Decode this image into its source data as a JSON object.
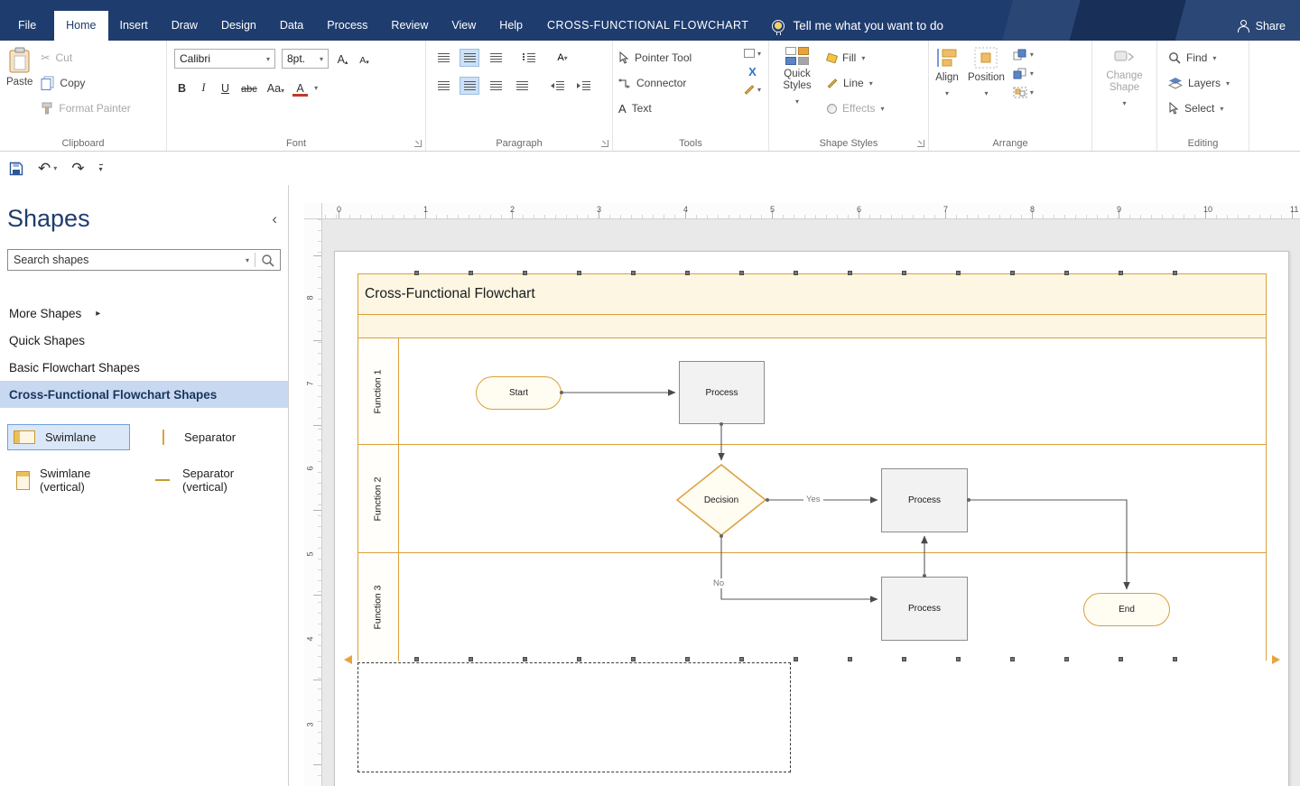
{
  "titlebar": {
    "file": "File",
    "tabs": [
      "Home",
      "Insert",
      "Draw",
      "Design",
      "Data",
      "Process",
      "Review",
      "View",
      "Help"
    ],
    "active_tab": "Home",
    "doc_title": "CROSS-FUNCTIONAL FLOWCHART",
    "tell_me": "Tell me what you want to do",
    "share": "Share"
  },
  "icons": {
    "scissors": "✂",
    "undo": "↶",
    "redo": "↷",
    "caret_down": "▾",
    "chevron_right": "▸",
    "collapse_left": "‹",
    "customize_caret": "▾"
  },
  "ribbon": {
    "clipboard": {
      "label": "Clipboard",
      "paste": "Paste",
      "cut": "Cut",
      "copy": "Copy",
      "format_painter": "Format Painter"
    },
    "font": {
      "label": "Font",
      "family": "Calibri",
      "size": "8pt.",
      "bold": "B",
      "italic": "I",
      "underline": "U",
      "strike": "abc",
      "case": "Aa",
      "color": "A",
      "grow": "A",
      "shrink": "A"
    },
    "paragraph": {
      "label": "Paragraph"
    },
    "tools": {
      "label": "Tools",
      "pointer": "Pointer Tool",
      "connector": "Connector",
      "text": "Text",
      "connection_point": "X"
    },
    "shape_styles": {
      "label": "Shape Styles",
      "quick_styles": "Quick Styles",
      "fill": "Fill",
      "line": "Line",
      "effects": "Effects"
    },
    "arrange": {
      "label": "Arrange",
      "align": "Align",
      "position": "Position"
    },
    "change_shape": "Change Shape",
    "editing": {
      "label": "Editing",
      "find": "Find",
      "layers": "Layers",
      "select": "Select"
    }
  },
  "quickbar": {
    "save": "Save",
    "undo": "Undo",
    "redo": "Redo"
  },
  "shapes_panel": {
    "title": "Shapes",
    "search_placeholder": "Search shapes",
    "nav": [
      {
        "label": "More Shapes"
      },
      {
        "label": "Quick Shapes"
      },
      {
        "label": "Basic Flowchart Shapes"
      },
      {
        "label": "Cross-Functional Flowchart Shapes"
      }
    ],
    "active_nav": "Cross-Functional Flowchart Shapes",
    "stencil": [
      {
        "label": "Swimlane",
        "selected": true
      },
      {
        "label": "Separator",
        "selected": false
      },
      {
        "label": "Swimlane (vertical)",
        "selected": false
      },
      {
        "label": "Separator (vertical)",
        "selected": false
      }
    ]
  },
  "rulers": {
    "horizontal": [
      "0",
      "1",
      "2",
      "3",
      "4",
      "5",
      "6",
      "7",
      "8",
      "9",
      "10",
      "11"
    ],
    "vertical": [
      "8",
      "7",
      "6",
      "5",
      "4",
      "3"
    ]
  },
  "flowchart": {
    "title": "Cross-Functional Flowchart",
    "lanes": [
      {
        "label": "Function 1"
      },
      {
        "label": "Function 2"
      },
      {
        "label": "Function 3"
      }
    ],
    "nodes": [
      {
        "label": "Start",
        "type": "terminator",
        "lane": "Function 1"
      },
      {
        "label": "Process",
        "type": "process",
        "lane": "Function 1"
      },
      {
        "label": "Decision",
        "type": "decision",
        "lane": "Function 2"
      },
      {
        "label": "Process",
        "type": "process",
        "lane": "Function 2"
      },
      {
        "label": "Process",
        "type": "process",
        "lane": "Function 3"
      },
      {
        "label": "End",
        "type": "terminator",
        "lane": "Function 3"
      }
    ],
    "edges": [
      {
        "from": "Start",
        "to": "Process (Function 1)",
        "label": ""
      },
      {
        "from": "Process (Function 1)",
        "to": "Decision",
        "label": ""
      },
      {
        "from": "Decision",
        "to": "Process (Function 2)",
        "label": "Yes"
      },
      {
        "from": "Decision",
        "to": "Process (Function 3)",
        "label": "No"
      },
      {
        "from": "Process (Function 3)",
        "to": "Process (Function 2)",
        "label": ""
      },
      {
        "from": "Process (Function 2)",
        "to": "End",
        "label": ""
      }
    ],
    "colors": {
      "accent_orange": "#D9A03C",
      "band_fill": "#FDF6E3",
      "process_fill": "#F2F2F2"
    }
  }
}
